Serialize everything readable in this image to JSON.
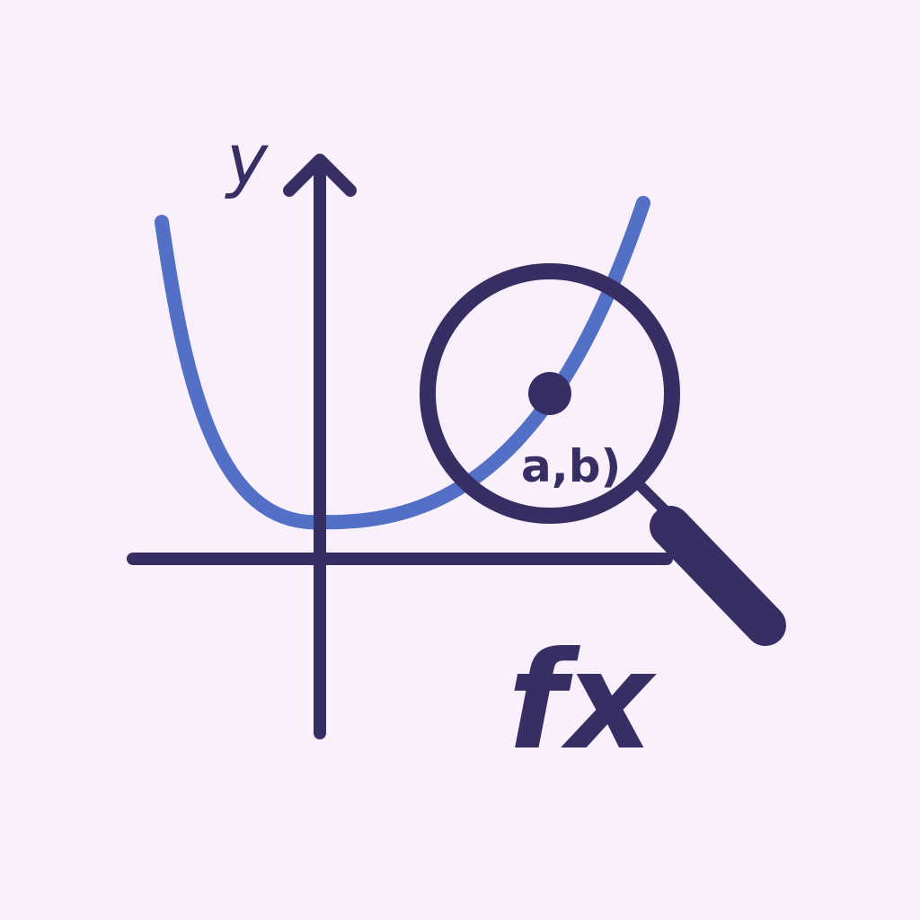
{
  "labels": {
    "y_axis": "y",
    "point": "a,b)",
    "function": "fx"
  },
  "colors": {
    "background": "#f9f0fc",
    "ink": "#372f64",
    "curve": "#5270c6"
  },
  "icons": {
    "magnifier": "magnifying-glass-icon",
    "point": "point-marker"
  }
}
